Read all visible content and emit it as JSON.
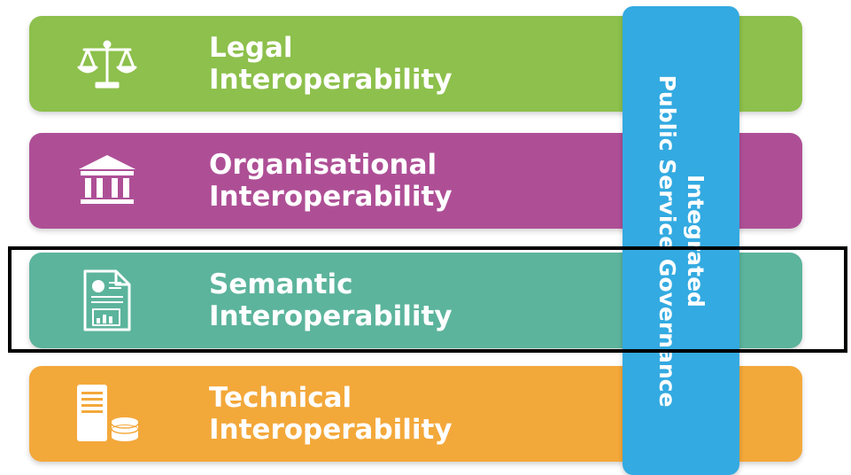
{
  "layers": [
    {
      "id": "legal",
      "line1": "Legal",
      "line2": "Interoperability",
      "color": "#8dc04c",
      "icon": "scales-icon"
    },
    {
      "id": "organisational",
      "line1": "Organisational",
      "line2": "Interoperability",
      "color": "#ae4f96",
      "icon": "institution-building-icon"
    },
    {
      "id": "semantic",
      "line1": "Semantic",
      "line2": "Interoperability",
      "color": "#5cb49c",
      "icon": "document-chart-icon"
    },
    {
      "id": "technical",
      "line1": "Technical",
      "line2": "Interoperability",
      "color": "#f3a83a",
      "icon": "server-database-icon"
    }
  ],
  "governance": {
    "line1": "Integrated",
    "line2": "Public Service Governance",
    "color": "#33aae1"
  },
  "highlight": {
    "target": "semantic",
    "color": "#000000"
  }
}
